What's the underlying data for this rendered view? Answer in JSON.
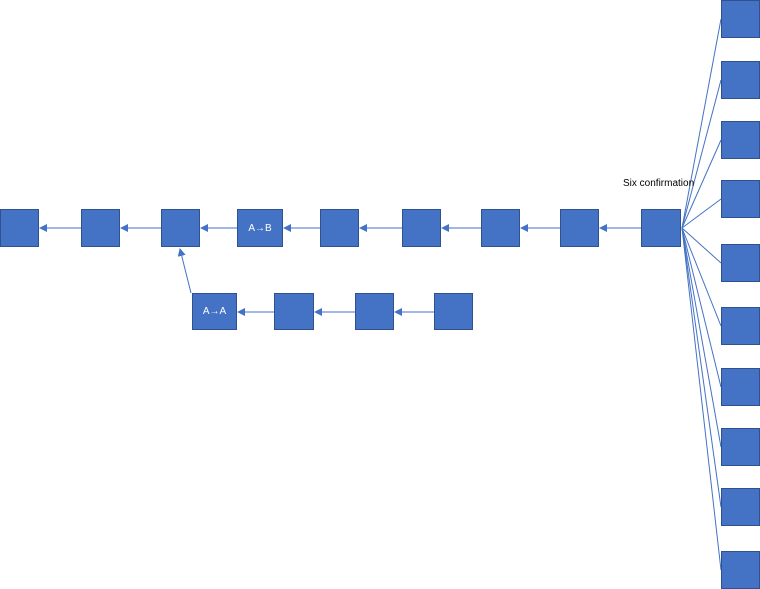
{
  "diagram": {
    "block_color": "#4472C4",
    "block_border_color": "#2F528F",
    "connector_color": "#4472C4",
    "annotation": "Six confirmation",
    "main_chain": [
      "",
      "",
      "",
      "A→B",
      "",
      "",
      "",
      "",
      ""
    ],
    "fork_chain": [
      "A→A",
      "",
      "",
      ""
    ],
    "confirmation_count": 10
  }
}
